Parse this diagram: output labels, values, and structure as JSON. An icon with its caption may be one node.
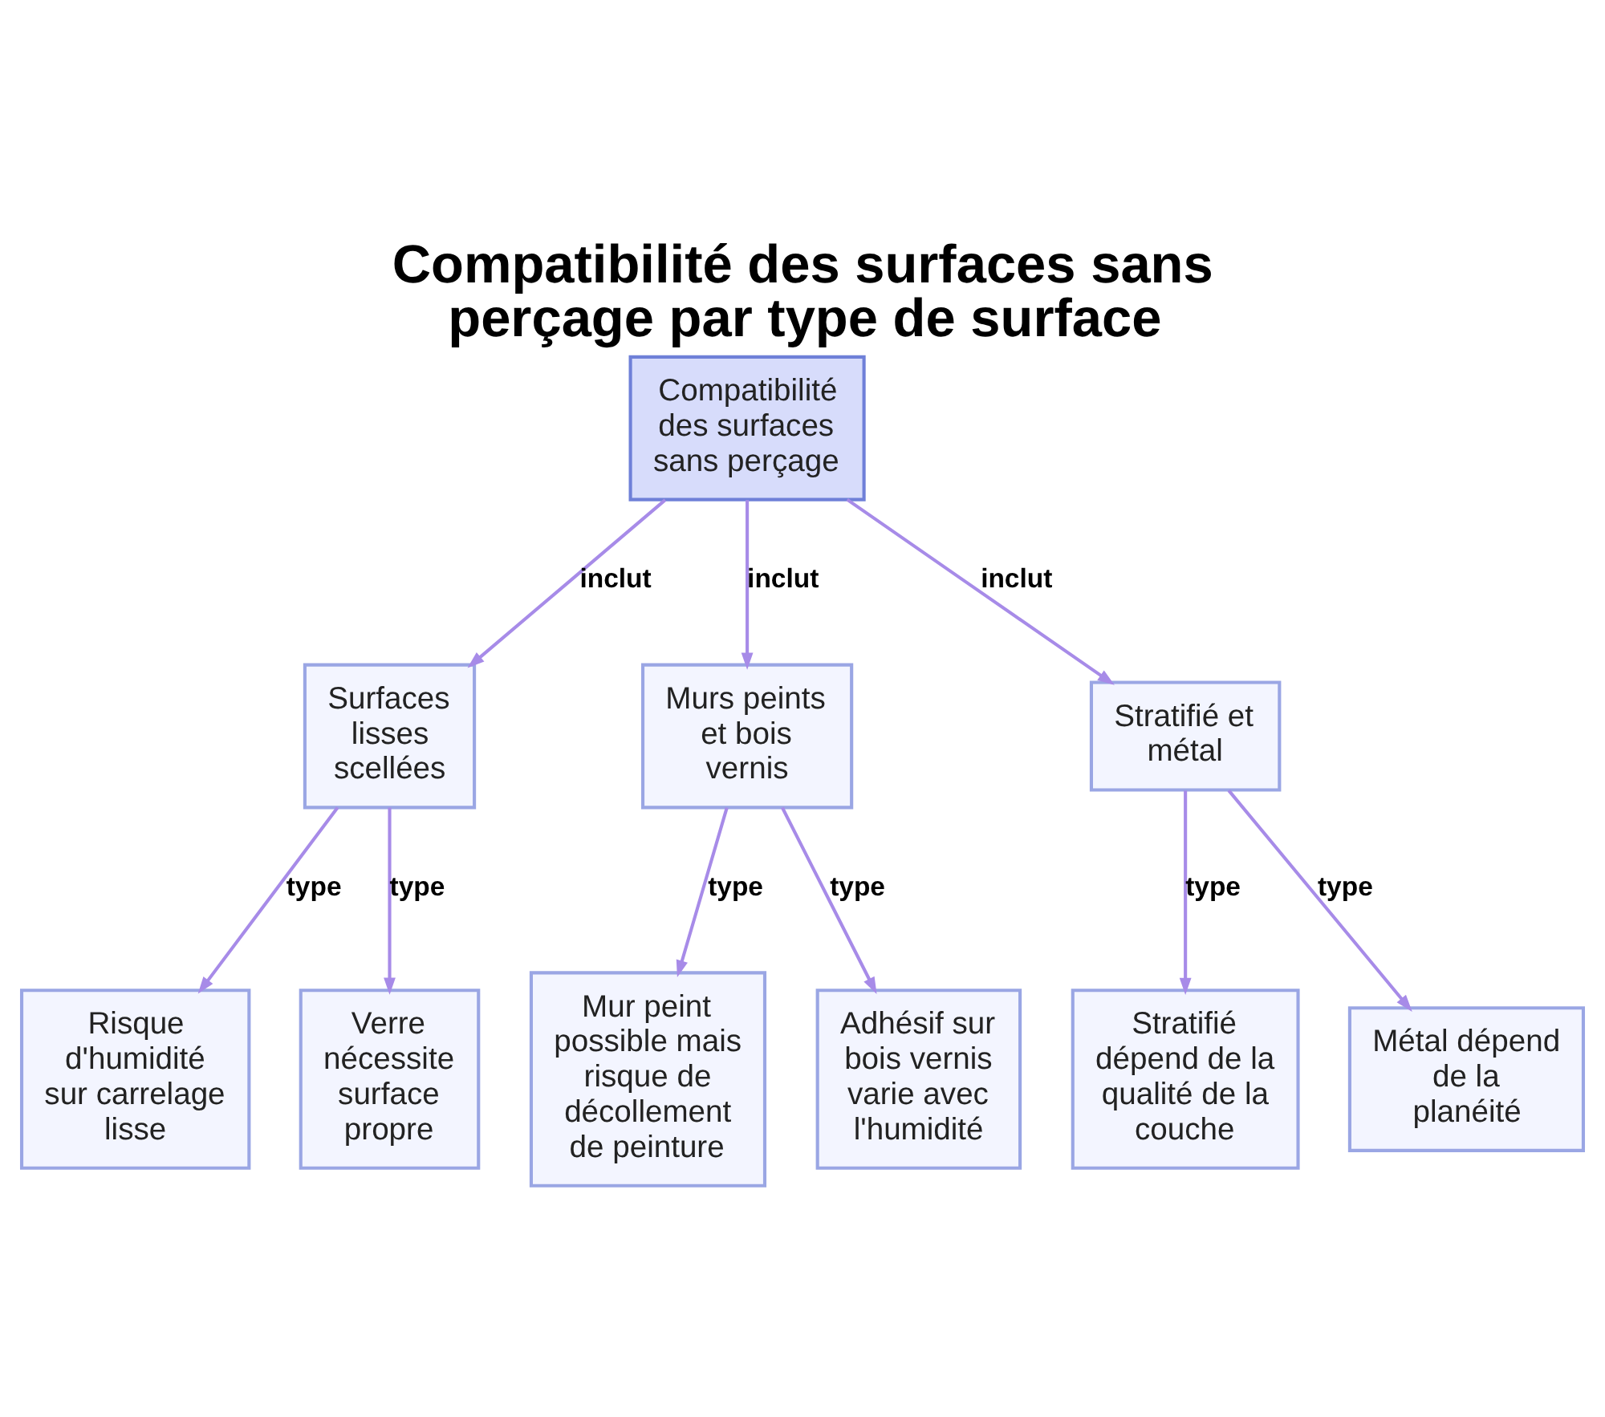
{
  "diagram": {
    "title": "Compatibilité des surfaces sans perçage par type de surface",
    "nodes": [
      {
        "text": [
          "Compatibilité des surfaces sans perçage"
        ]
      },
      {
        "text": [
          "Surfaces lisses scellées"
        ]
      },
      {
        "text": [
          "Murs peints et bois vernis"
        ]
      },
      {
        "text": [
          "Stratifié et métal"
        ]
      },
      {
        "text": [
          "Risque d'humidité sur carrelage lisse"
        ]
      },
      {
        "text": [
          "Verre nécessite surface propre"
        ]
      },
      {
        "text": [
          "Mur peint possible mais risque de décollement de peinture"
        ]
      },
      {
        "text": [
          "Adhésif sur bois vernis varie avec l'humidité"
        ]
      },
      {
        "text": [
          "Stratifié dépend de la qualité de la couche"
        ]
      },
      {
        "text": [
          "Métal dépend de la planéité"
        ]
      }
    ],
    "edges": [
      {
        "from": 0,
        "to": 1,
        "arrow": "to",
        "label": "inclut"
      },
      {
        "from": 0,
        "to": 2,
        "arrow": "to",
        "label": "inclut"
      },
      {
        "from": 0,
        "to": 3,
        "arrow": "to",
        "label": "inclut"
      },
      {
        "from": 1,
        "to": 4,
        "arrow": "to",
        "label": "type"
      },
      {
        "from": 1,
        "to": 5,
        "arrow": "to",
        "label": "type"
      },
      {
        "from": 2,
        "to": 6,
        "arrow": "to",
        "label": "type"
      },
      {
        "from": 2,
        "to": 7,
        "arrow": "to",
        "label": "type"
      },
      {
        "from": 3,
        "to": 8,
        "arrow": "to",
        "label": "type"
      },
      {
        "from": 3,
        "to": 9,
        "arrow": "to",
        "label": "type"
      }
    ]
  }
}
